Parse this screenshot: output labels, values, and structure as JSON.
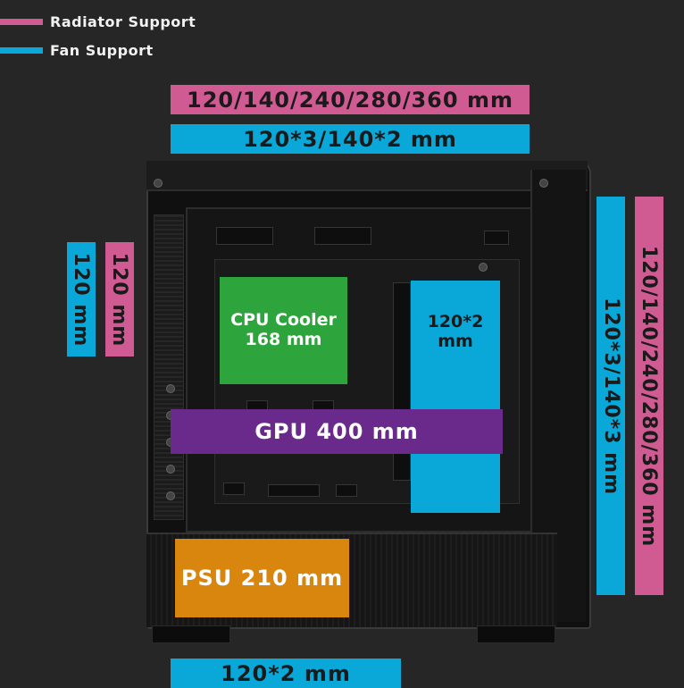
{
  "legend": {
    "radiator": {
      "label": "Radiator Support",
      "color": "#d05b93"
    },
    "fan": {
      "label": "Fan Support",
      "color": "#0aa8d8"
    }
  },
  "top": {
    "radiator_label": "120/140/240/280/360 mm",
    "fan_label": "120*3/140*2 mm"
  },
  "rear": {
    "fan_label": "120 mm",
    "radiator_label": "120 mm"
  },
  "front": {
    "fan_label": "120*3/140*3 mm",
    "radiator_label": "120/140/240/280/360 mm"
  },
  "bottom": {
    "fan_label": "120*2 mm"
  },
  "components": {
    "cpu_cooler": {
      "label": "CPU Cooler\n168 mm",
      "color": "#2ea43c"
    },
    "side_fan": {
      "label": "120*2\nmm",
      "color": "#0aa8d8"
    },
    "gpu": {
      "label": "GPU 400 mm",
      "color": "#6a2a8c"
    },
    "psu": {
      "label": "PSU 210 mm",
      "color": "#d9860f"
    }
  }
}
